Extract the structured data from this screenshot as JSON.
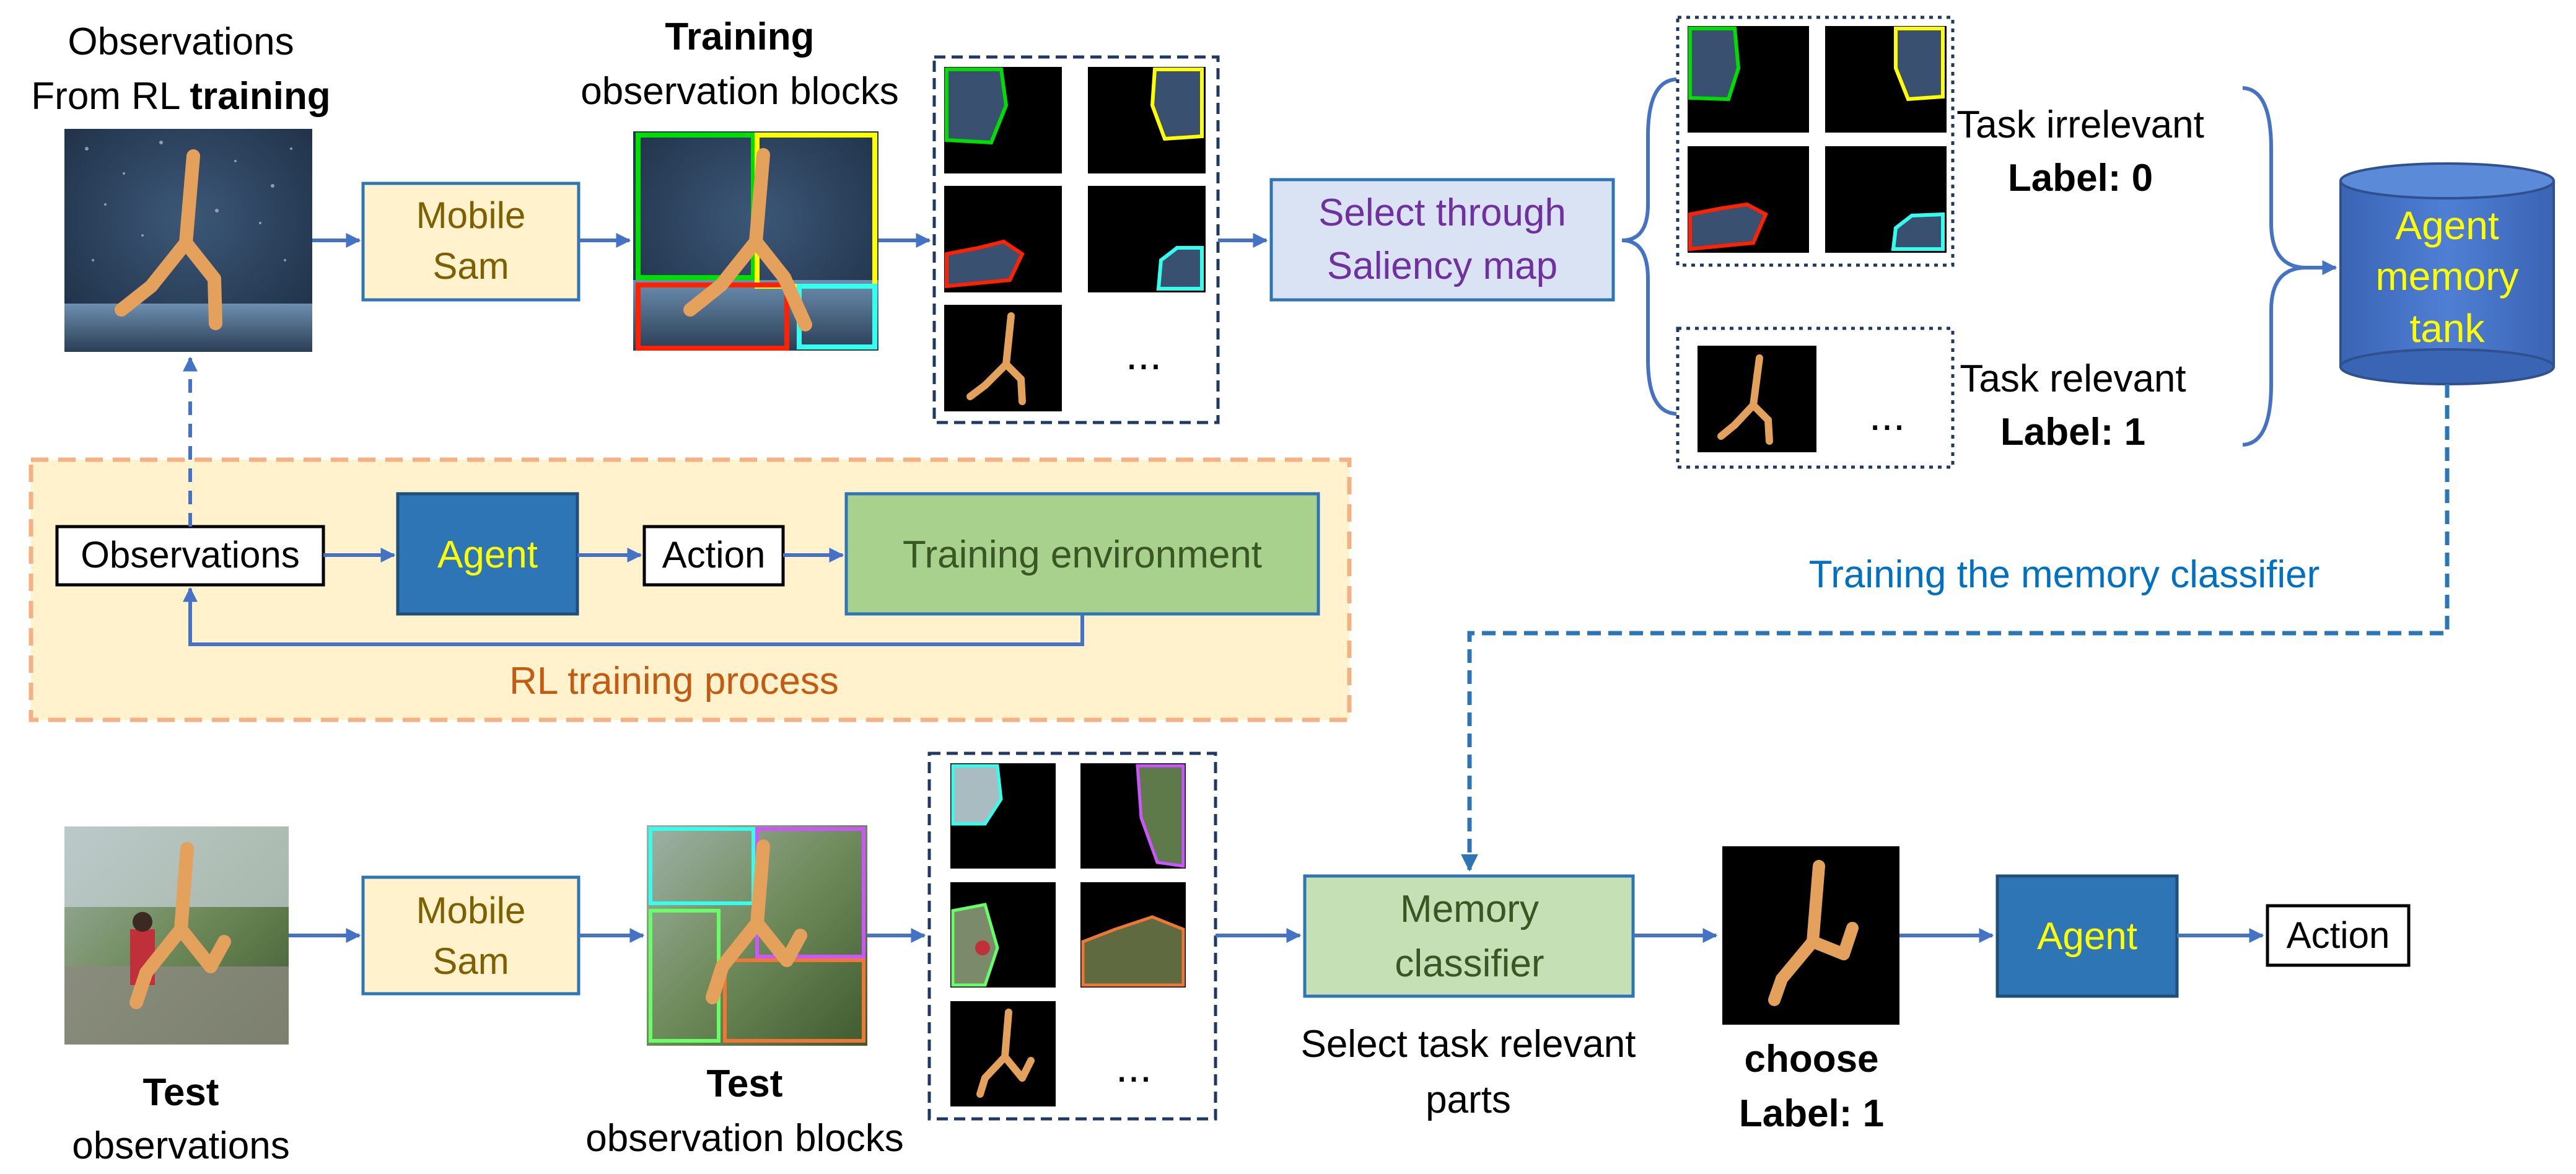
{
  "top": {
    "rl_obs_line1": "Observations",
    "rl_obs_line2_prefix": "From RL ",
    "rl_obs_line2_bold": "training",
    "mobile_sam_line1": "Mobile",
    "mobile_sam_line2": "Sam",
    "train_blocks_bold": "Training",
    "train_blocks_label": "observation blocks",
    "ellipsis": "...",
    "select_line1": "Select through",
    "select_line2": "Saliency map",
    "irrelevant_label": "Task irrelevant",
    "irrelevant_value": "Label: 0",
    "relevant_label": "Task relevant",
    "relevant_value": "Label: 1",
    "memory_tank_line1": "Agent",
    "memory_tank_line2": "memory",
    "memory_tank_line3": "tank"
  },
  "rl_process": {
    "observations": "Observations",
    "agent": "Agent",
    "action": "Action",
    "environment": "Training environment",
    "caption": "RL training process"
  },
  "classifier_training": "Training the memory classifier",
  "bottom": {
    "test_obs_bold": "Test",
    "test_obs_label": "observations",
    "mobile_sam_line1": "Mobile",
    "mobile_sam_line2": "Sam",
    "test_blocks_bold": "Test",
    "test_blocks_label": "observation blocks",
    "ellipsis": "...",
    "classifier_line1": "Memory",
    "classifier_line2": "classifier",
    "select_caption_line1": "Select task relevant",
    "select_caption_line2": "parts",
    "choose_bold": "choose",
    "choose_value": "Label: 1",
    "agent": "Agent",
    "action": "Action"
  },
  "colors": {
    "arrow": "#4472c4",
    "mobile_sam_fill": "#fff2cc",
    "mobile_sam_text": "#7f6000",
    "agent_fill": "#2e75b6",
    "agent_text": "#ffff00",
    "env_fill": "#a9d18e",
    "env_text": "#385723",
    "classifier_fill": "#c5e0b4",
    "select_fill": "#dae3f3",
    "select_text": "#7030a0",
    "rl_bg": "#fff2cc",
    "rl_border": "#f4b183",
    "rl_caption": "#c55a11",
    "training_link": "#0070c0",
    "tank_fill": "#4472c4"
  }
}
